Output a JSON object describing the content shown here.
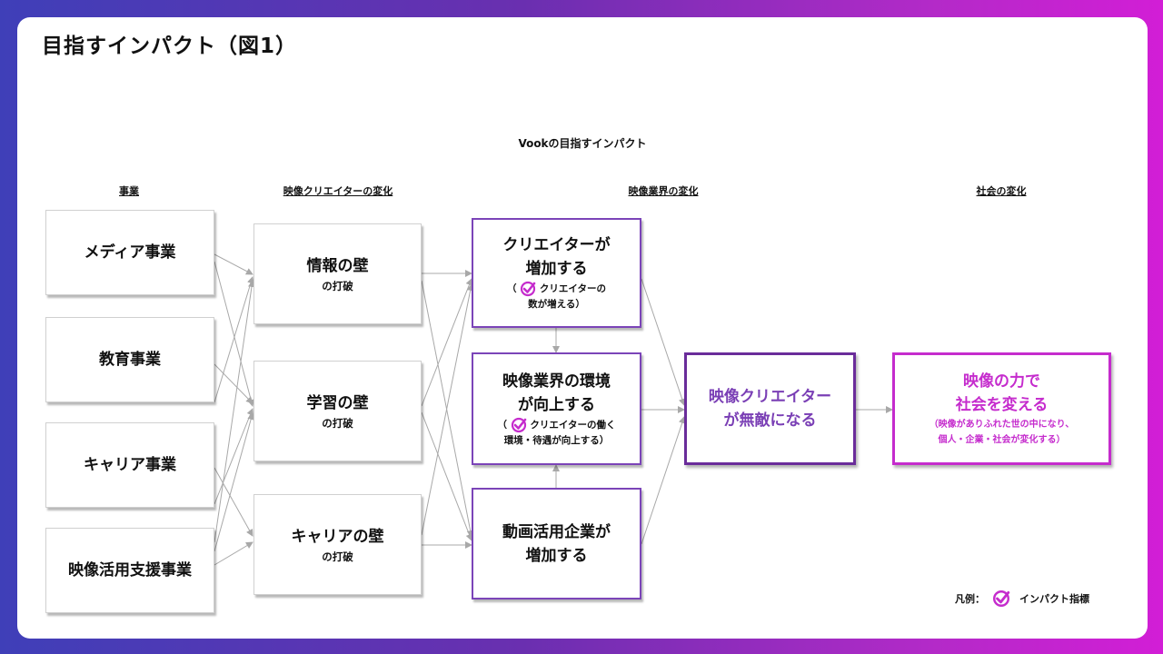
{
  "page_title": "目指すインパクト（図1）",
  "diagram_title": "Vookの目指すインパクト",
  "columns": {
    "business": "事業",
    "creator_change": "映像クリエイターの変化",
    "industry_change": "映像業界の変化",
    "society_change": "社会の変化"
  },
  "business": {
    "media": "メディア事業",
    "education": "教育事業",
    "career": "キャリア事業",
    "video_support": "映像活用支援事業"
  },
  "walls": {
    "info": {
      "main": "情報の壁",
      "sub": "の打破"
    },
    "learning": {
      "main": "学習の壁",
      "sub": "の打破"
    },
    "career": {
      "main": "キャリアの壁",
      "sub": "の打破"
    }
  },
  "industry": {
    "creators_increase": {
      "line1": "クリエイターが",
      "line2": "増加する",
      "note_open": "（",
      "note_a": "クリエイターの",
      "note_b": "数が増える）"
    },
    "environment": {
      "line1": "映像業界の環境",
      "line2": "が向上する",
      "note_open": "（",
      "note_a": "クリエイターの働く",
      "note_b": "環境・待遇が向上する）"
    },
    "companies": {
      "line1": "動画活用企業が",
      "line2": "増加する"
    }
  },
  "invincible": {
    "line1": "映像クリエイター",
    "line2": "が無敵になる"
  },
  "society": {
    "line1": "映像の力で",
    "line2": "社会を変える",
    "note1": "（映像がありふれた世の中になり、",
    "note2": "個人・企業・社会が変化する）"
  },
  "legend": {
    "label": "凡例：",
    "item": "インパクト指標"
  },
  "colors": {
    "purple": "#7b44b8",
    "deep_purple": "#6a2c9a",
    "magenta": "#c52ccd",
    "arrow_gray": "#a8a8a8"
  }
}
